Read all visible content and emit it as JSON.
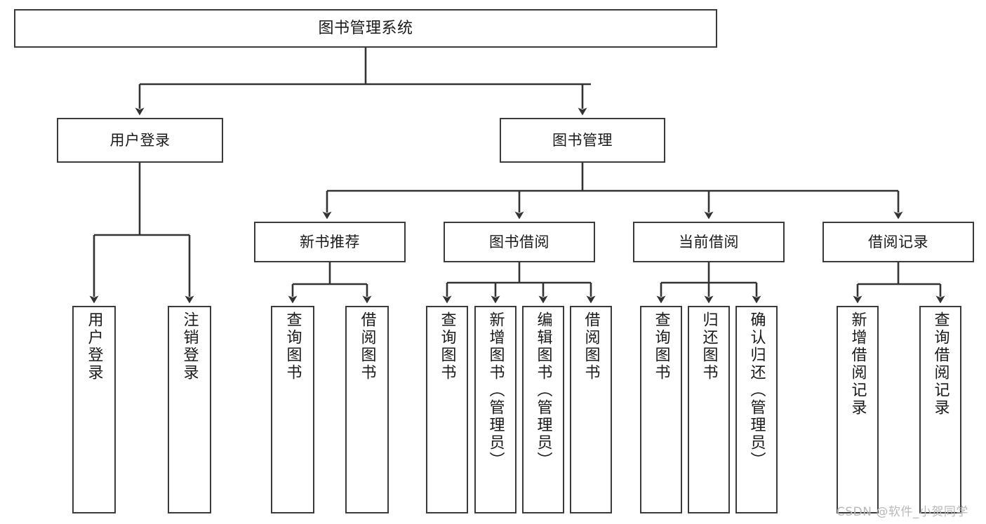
{
  "diagram": {
    "type": "tree-hierarchy",
    "title": "图书管理系统",
    "background_color": "#ffffff",
    "box_border_color": "#3b3b3b",
    "connector_color": "#333333",
    "text_color": "#1a1a1a"
  },
  "root": {
    "label": "图书管理系统"
  },
  "level2": [
    {
      "label": "用户登录"
    },
    {
      "label": "图书管理"
    }
  ],
  "level3": [
    {
      "label": "新书推荐"
    },
    {
      "label": "图书借阅"
    },
    {
      "label": "当前借阅"
    },
    {
      "label": "借阅记录"
    }
  ],
  "leaves": {
    "user_login": [
      {
        "label": "用户登录"
      },
      {
        "label": "注销登录"
      }
    ],
    "new_book_recommend": [
      {
        "label": "查询图书"
      },
      {
        "label": "借阅图书"
      }
    ],
    "book_borrow": [
      {
        "label": "查询图书"
      },
      {
        "label": "新增图书（管理员）"
      },
      {
        "label": "编辑图书（管理员）"
      },
      {
        "label": "借阅图书"
      }
    ],
    "current_borrow": [
      {
        "label": "查询图书"
      },
      {
        "label": "归还图书"
      },
      {
        "label": "确认归还（管理员）"
      }
    ],
    "borrow_record": [
      {
        "label": "新增借阅记录"
      },
      {
        "label": "查询借阅记录"
      }
    ]
  },
  "watermark": {
    "text": "CSDN @软件_小贺同学",
    "color": "#b9b9b9"
  }
}
